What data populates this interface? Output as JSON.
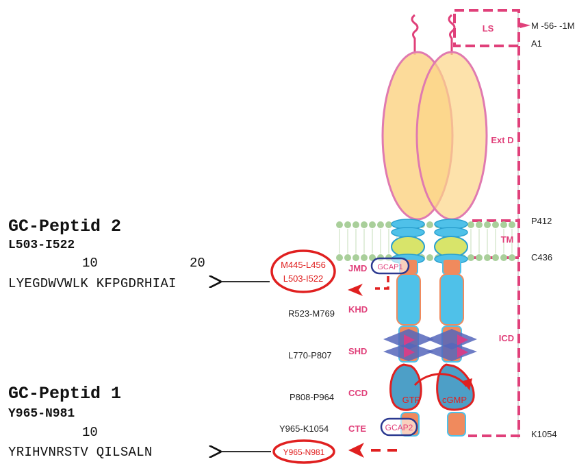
{
  "peptides": [
    {
      "title": "GC-Peptid 2",
      "range": "L503-I522",
      "tick1": "10",
      "tick2": "20",
      "sequence": "LYEGDWVWLK KFPGDRHIAI"
    },
    {
      "title": "GC-Peptid 1",
      "range": "Y965-N981",
      "tick1": "10",
      "sequence": "YRIHVNRSTV QILSALN"
    }
  ],
  "domains": {
    "ls": "LS",
    "extd": "Ext D",
    "tm": "TM",
    "jmd": "JMD",
    "khd": "KHD",
    "shd": "SHD",
    "ccd": "CCD",
    "cte": "CTE",
    "icd": "ICD"
  },
  "ranges": {
    "khd": "R523-M769",
    "shd": "L770-P807",
    "ccd": "P808-P964",
    "cte": "Y965-K1054"
  },
  "markers": {
    "m56": "M -56- -1M",
    "a1": "A1",
    "p412": "P412",
    "c436": "C436",
    "k1054": "K1054"
  },
  "highlight": {
    "jmd1": "M445-L456",
    "jmd2": "L503-I522",
    "cte": "Y965-N981"
  },
  "proteins": {
    "gcap1": "GCAP1",
    "gcap2": "GCAP2",
    "gtp": "GTP",
    "cgmp": "cGMP"
  },
  "colors": {
    "pink": "#e0407a",
    "red": "#e02020",
    "orange": "#f08a5d",
    "blue": "#4fc1e9",
    "yellow": "#fcd588",
    "navy": "#2b3990"
  }
}
